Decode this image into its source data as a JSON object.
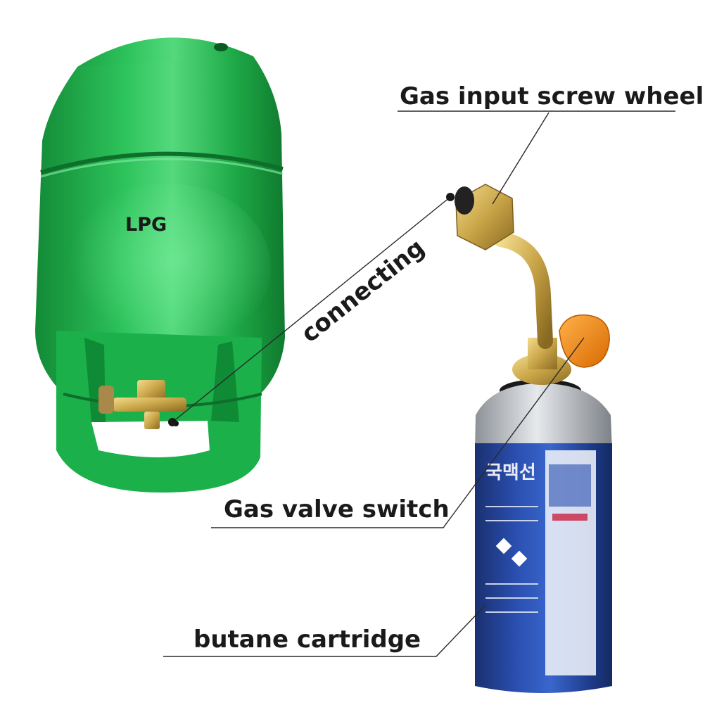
{
  "labels": {
    "lpg": "LPG",
    "connecting": "connecting",
    "gas_input_screw_wheel": "Gas input screw wheel",
    "gas_valve_switch": "Gas valve switch",
    "butane_cartridge": "butane cartridge"
  },
  "can_print": {
    "korean_text": "국맥선"
  },
  "colors": {
    "lpg_cylinder": "#1fae4a",
    "lpg_highlight": "#5fe08a",
    "brass": "#c9a548",
    "valve_knob": "#f08a16",
    "can_body": "#1f3f8f",
    "can_top": "#b8bcc2"
  }
}
